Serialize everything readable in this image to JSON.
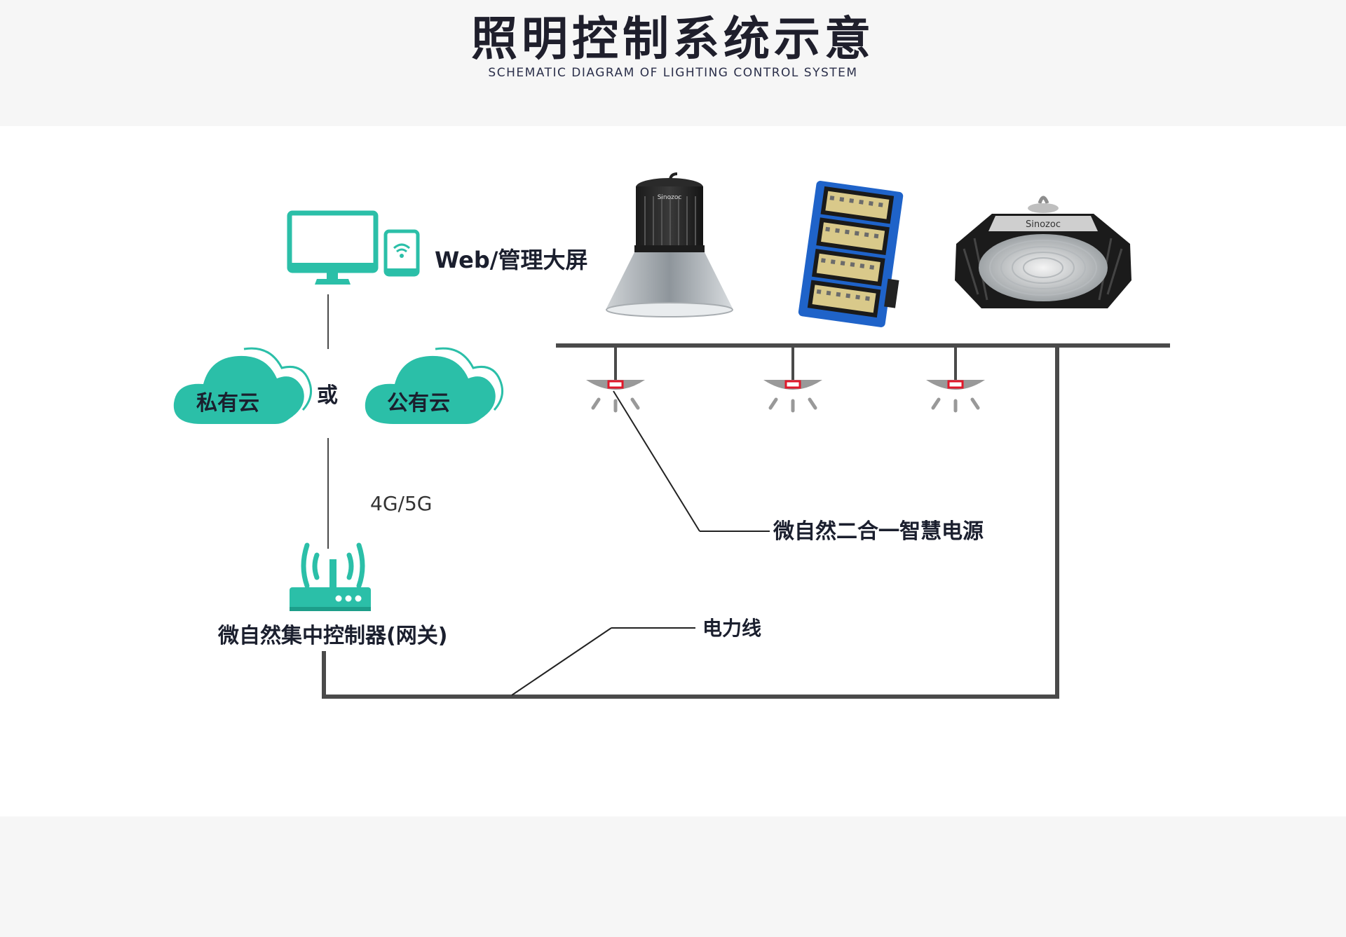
{
  "header": {
    "title": "照明控制系统示意",
    "subtitle": "SCHEMATIC DIAGRAM OF LIGHTING CONTROL SYSTEM"
  },
  "diagram": {
    "web_label": "Web/管理大屏",
    "private_cloud": "私有云",
    "or_label": "或",
    "public_cloud": "公有云",
    "network_label": "4G/5G",
    "gateway_label": "微自然集中控制器(网关)",
    "driver_label": "微自然二合一智慧电源",
    "powerline_label": "电力线",
    "lamp_brand": "Sinozoc"
  },
  "colors": {
    "teal": "#2bbfa8",
    "line": "#4a4a4a",
    "driver_red": "#e0182a",
    "text_dark": "#1b1f2e"
  },
  "icons": {
    "monitor": "monitor-icon",
    "tablet": "tablet-wifi-icon",
    "cloud": "cloud-icon",
    "gateway": "wireless-router-icon",
    "driver": "smart-driver-icon",
    "lamp_highbay": "highbay-lamp-icon",
    "lamp_flood": "floodlight-icon",
    "lamp_ufo": "ufo-highbay-icon"
  }
}
